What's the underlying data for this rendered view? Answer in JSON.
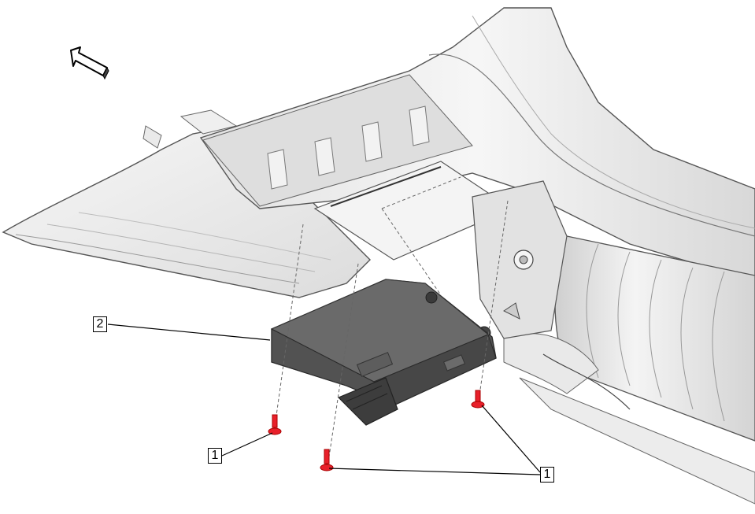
{
  "callouts": {
    "module": "2",
    "fastener_left": "1",
    "fastener_right": "1"
  },
  "colors": {
    "housing": "#e7e7e7",
    "module": "#5a5a5a",
    "fastener": "#e8202a",
    "line": "#000000"
  },
  "icons": {
    "direction": "front-direction-arrow-icon"
  }
}
